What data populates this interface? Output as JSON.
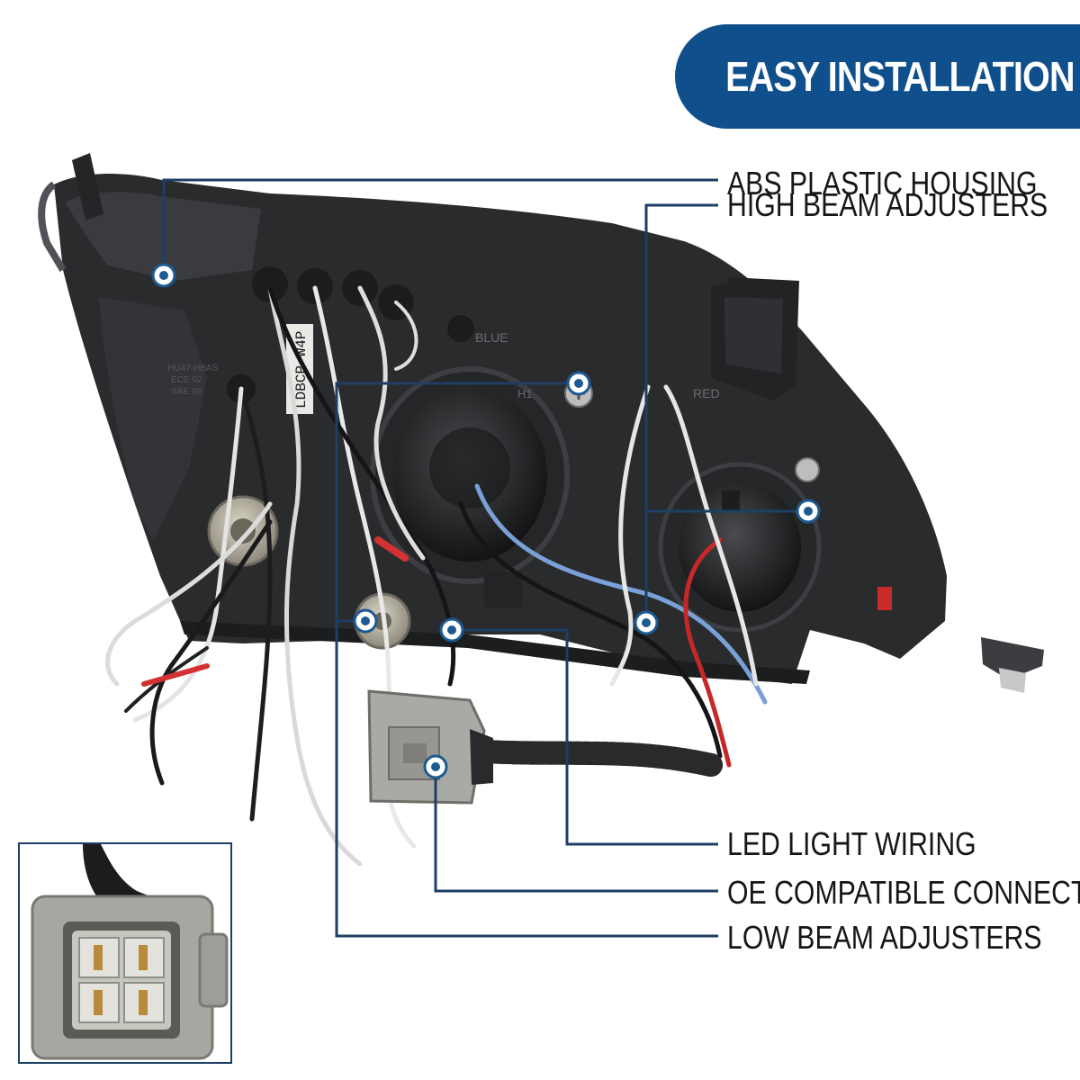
{
  "banner": {
    "title": "EASY INSTALLATION",
    "color": "#0e4f8c"
  },
  "callouts": [
    {
      "id": "abs-plastic-housing",
      "label": "ABS PLASTIC HOUSING"
    },
    {
      "id": "high-beam-adjusters",
      "label": "HIGH BEAM ADJUSTERS"
    },
    {
      "id": "led-light-wiring",
      "label": "LED LIGHT WIRING"
    },
    {
      "id": "oe-compatible-connector",
      "label": "OE COMPATIBLE CONNECTOR"
    },
    {
      "id": "low-beam-adjusters",
      "label": "LOW BEAM ADJUSTERS"
    }
  ],
  "housing_markings": {
    "color_tag_blue": "BLUE",
    "color_tag_red": "RED",
    "part_label": "LDBCP-W4P",
    "stamp_left_1": "HU47-HBAS",
    "stamp_left_2": "ECE 02",
    "stamp_left_3": "SAE 99",
    "stamp_bulb": "H1"
  },
  "colors": {
    "leader_line": "#1d3f66",
    "marker_dot": "#1d5a92",
    "housing": "#2a2b2d",
    "connector": "#a9a9a5"
  },
  "icons": {
    "marker": "circle-dot-icon"
  }
}
